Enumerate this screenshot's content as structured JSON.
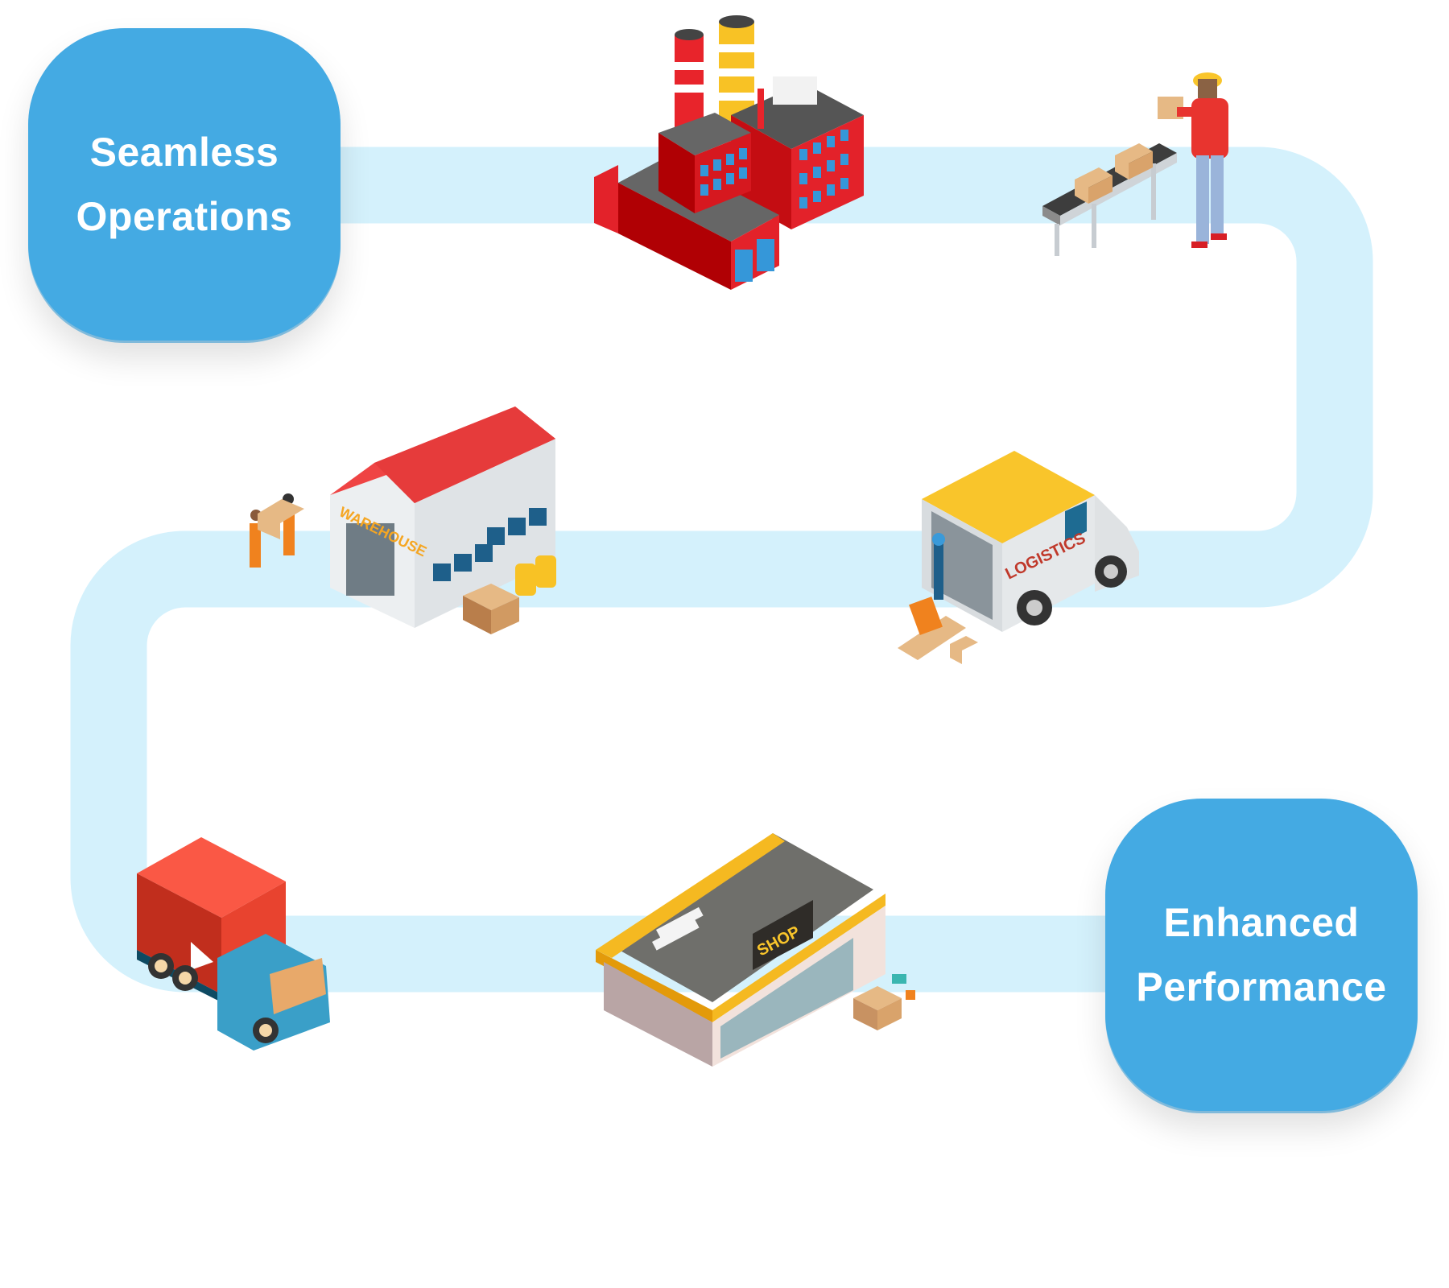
{
  "diagram": {
    "title": "Supply chain flow",
    "start_box": {
      "line1": "Seamless",
      "line2": "Operations"
    },
    "end_box": {
      "line1": "Enhanced",
      "line2": "Performance"
    },
    "colors": {
      "box_fill": "#44aae3",
      "box_text": "#ffffff",
      "path_fill": "#d4f1fc"
    },
    "stages": [
      {
        "id": "factory",
        "name": "Factory",
        "icon": "factory-icon"
      },
      {
        "id": "packaging",
        "name": "Conveyor packaging",
        "icon": "conveyor-worker-icon"
      },
      {
        "id": "logistics",
        "name": "Logistics van",
        "icon": "delivery-van-icon",
        "sign_text": "LOGISTICS"
      },
      {
        "id": "warehouse",
        "name": "Warehouse",
        "icon": "warehouse-icon",
        "sign_text": "WAREHOUSE"
      },
      {
        "id": "transport",
        "name": "Delivery truck",
        "icon": "truck-icon"
      },
      {
        "id": "shop",
        "name": "Shop",
        "icon": "shop-icon",
        "sign_text": "SHOP"
      }
    ]
  }
}
